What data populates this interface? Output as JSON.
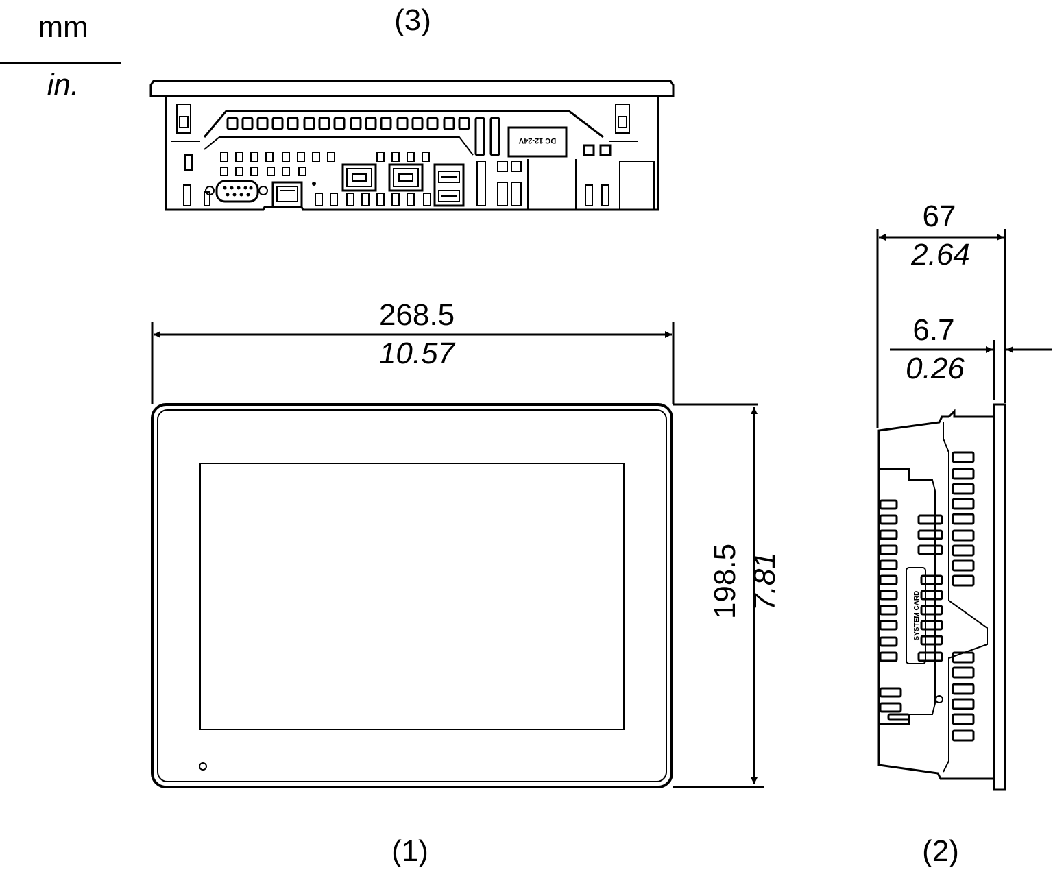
{
  "units": {
    "metric": "mm",
    "imperial": "in."
  },
  "views": {
    "front": "(1)",
    "side": "(2)",
    "bottom": "(3)"
  },
  "dimensions": {
    "width": {
      "mm": "268.5",
      "in": "10.57"
    },
    "height": {
      "mm": "198.5",
      "in": "7.81"
    },
    "depth": {
      "mm": "67",
      "in": "2.64"
    },
    "bezel": {
      "mm": "6.7",
      "in": "0.26"
    }
  },
  "side_label": "SYSTEM CARD",
  "power_label": "DC 12-24V"
}
